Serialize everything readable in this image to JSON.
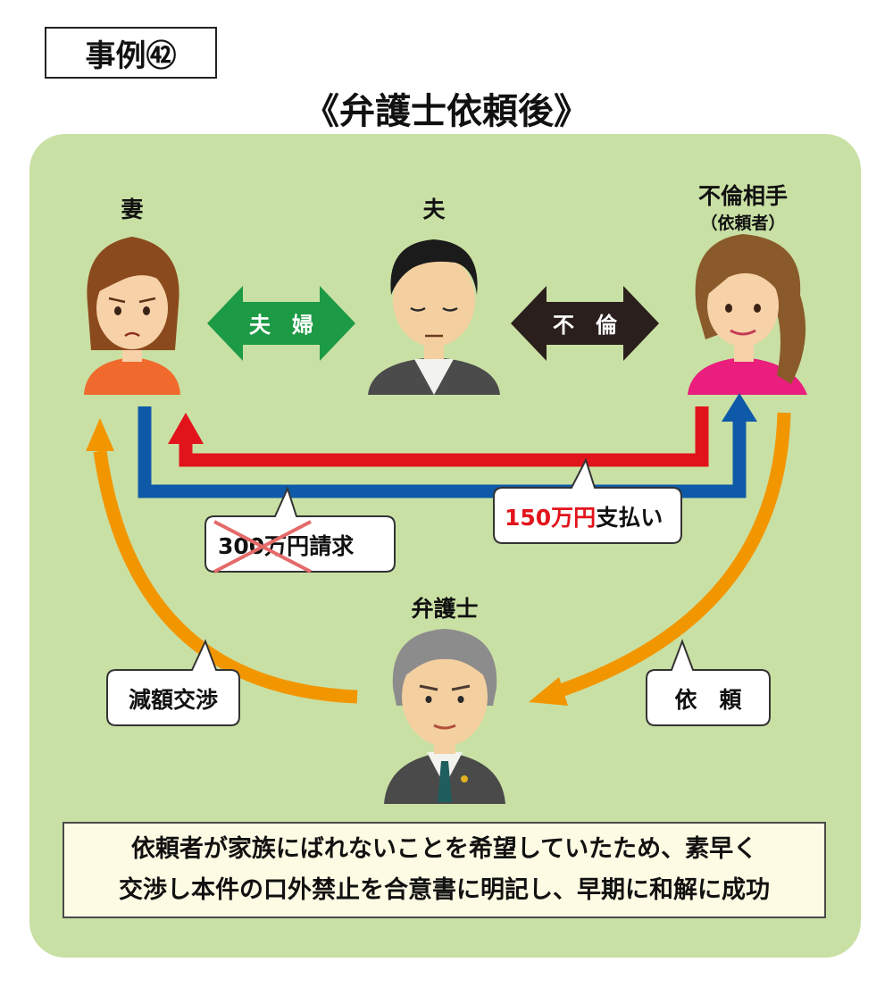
{
  "case_label": "事例㊷",
  "title": "《弁護士依頼後》",
  "people": {
    "wife": "妻",
    "husband": "夫",
    "lover": "不倫相手",
    "lover_sub": "（依頼者）",
    "lawyer": "弁護士"
  },
  "relations": {
    "couple": "夫　婦",
    "affair": "不　倫"
  },
  "callouts": {
    "claim_amount": "300万円",
    "claim_suffix": "請求",
    "paid_amount": "150万円",
    "paid_suffix": "支払い",
    "negotiation": "減額交渉",
    "request": "依　頼"
  },
  "summary": {
    "line1": "依頼者が家族にばれないことを希望していたため、素早く",
    "line2": "交渉し本件の口外禁止を合意書に明記し、早期に和解に成功"
  },
  "colors": {
    "panel_bg": "#c9e0a4",
    "couple_arrow": "#1d9a45",
    "affair_arrow": "#2a1f1c",
    "red_arrow": "#e2141b",
    "blue_arrow": "#0f5aa8",
    "orange_arrow": "#f29600"
  }
}
